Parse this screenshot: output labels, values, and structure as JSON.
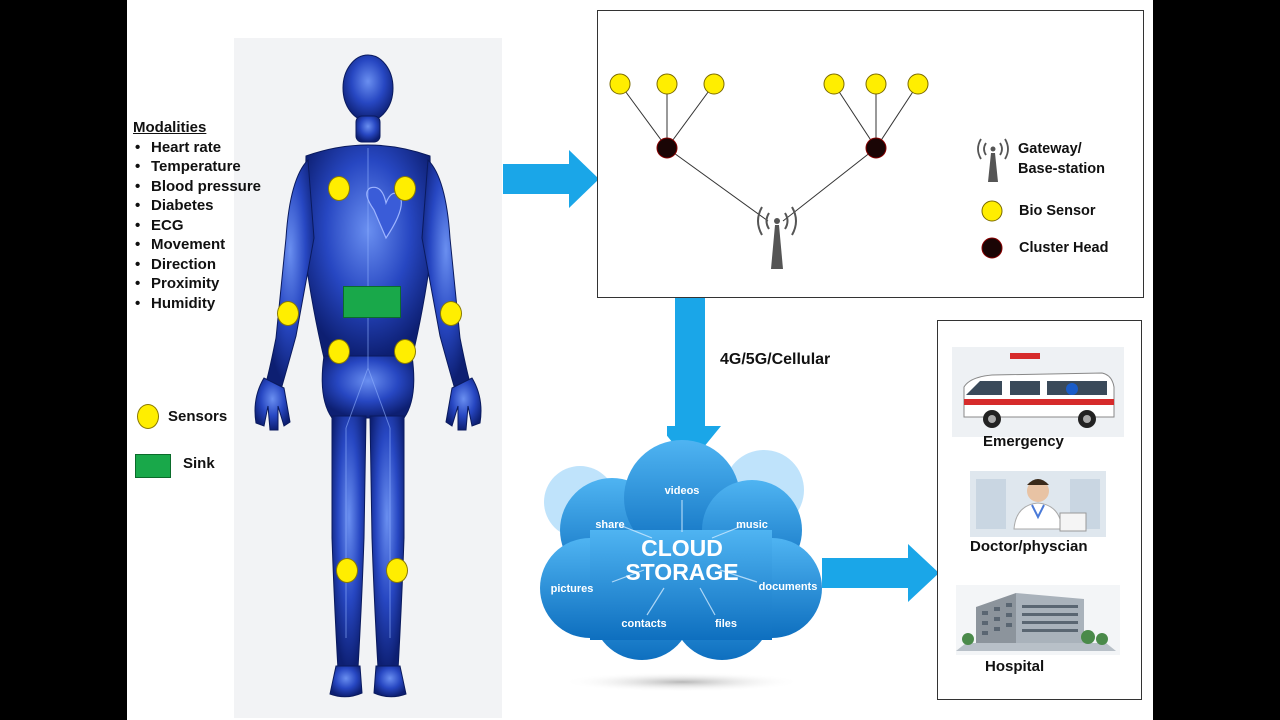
{
  "modalities": {
    "title": "Modalities",
    "items": [
      "Heart rate",
      "Temperature",
      "Blood pressure",
      "Diabetes",
      "ECG",
      "Movement",
      "Direction",
      "Proximity",
      "Humidity"
    ]
  },
  "left_legend": {
    "sensors": "Sensors",
    "sink": "Sink"
  },
  "network_legend": {
    "gateway_line1": "Gateway/",
    "gateway_line2": "Base-station",
    "bio_sensor": "Bio Sensor",
    "cluster_head": "Cluster Head"
  },
  "cellular_label": "4G/5G/Cellular",
  "cloud": {
    "title_line1": "CLOUD",
    "title_line2": "STORAGE",
    "words": [
      "videos",
      "share",
      "music",
      "pictures",
      "documents",
      "contacts",
      "files"
    ]
  },
  "services": {
    "emergency": "Emergency",
    "doctor": "Doctor/physcian",
    "hospital": "Hospital"
  },
  "colors": {
    "arrow": "#1aa6e8",
    "sensor": "#ffee00",
    "sink": "#19a84a",
    "cluster_head": "#1a0505",
    "cloud": "#1e8fd6",
    "body": "#1f3fb0"
  }
}
